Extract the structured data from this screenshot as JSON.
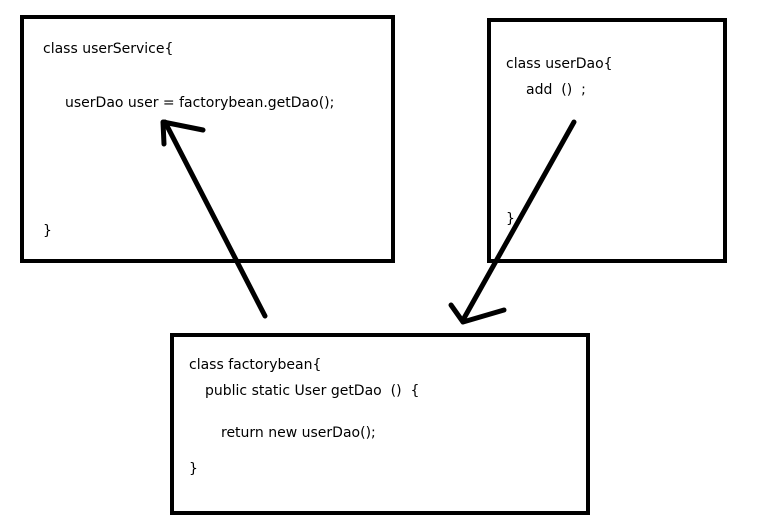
{
  "user_service": {
    "line1": "class userService{",
    "line2": "userDao user = factorybean.getDao();",
    "line3": "}"
  },
  "user_dao": {
    "line1": "class userDao{",
    "line2": "add  ()  ;",
    "line3": "}"
  },
  "factory_bean": {
    "line1": "class factorybean{",
    "line2": "public static User getDao  ()  {",
    "line3": "return new userDao();",
    "line4": "}"
  },
  "colors": {
    "stroke": "#000000",
    "background": "#ffffff"
  }
}
